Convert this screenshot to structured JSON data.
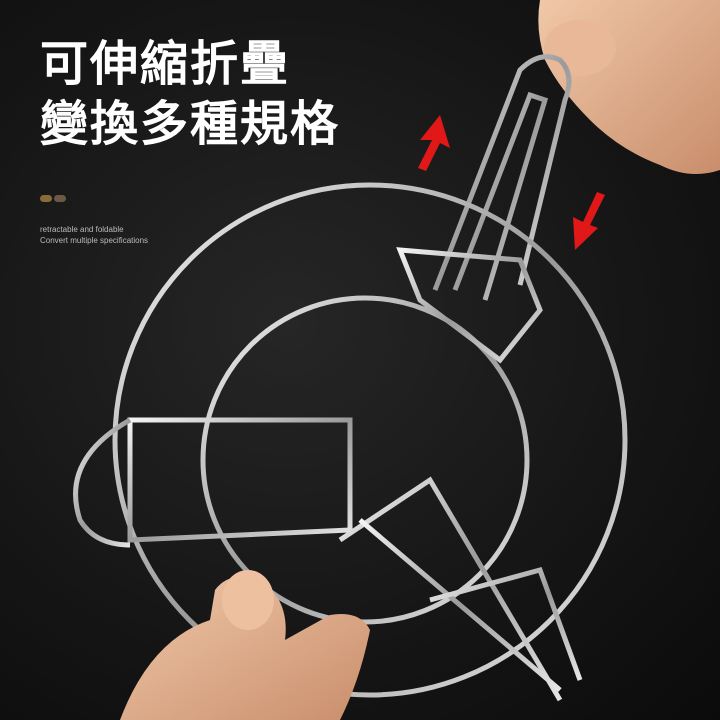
{
  "headline": {
    "line1": "可伸縮折疊",
    "line2": "變換多種規格"
  },
  "subtitle": {
    "line1": "retractable and foldable",
    "line2": "Convert multiple specifications"
  },
  "colors": {
    "background": "#151515",
    "arrow": "#e01818",
    "steel": "#d8d8d8"
  }
}
